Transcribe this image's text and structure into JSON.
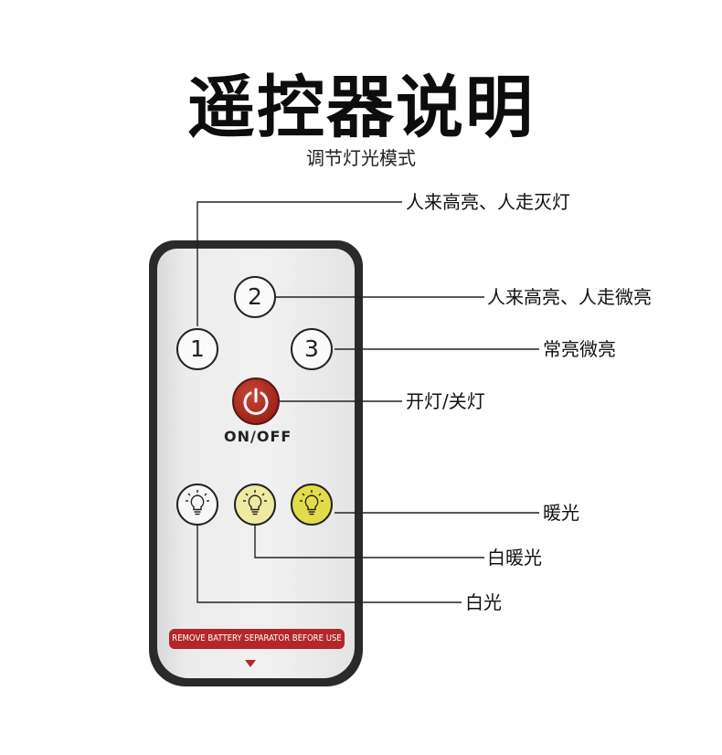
{
  "title": "遥控器说明",
  "subtitle": "调节灯光模式",
  "buttons": {
    "one": "1",
    "two": "2",
    "three": "3",
    "power_label": "ON/OFF"
  },
  "labels": {
    "btn1": "人来高亮、人走灭灯",
    "btn2": "人来高亮、人走微亮",
    "btn3": "常亮微亮",
    "power": "开灯/关灯",
    "warm": "暖光",
    "white_warm": "白暖光",
    "white": "白光"
  },
  "battery_strip": "REMOVE BATTERY SEPARATOR BEFORE USE",
  "colors": {
    "power": "#b5342a",
    "warm_bulb": "#e3dc4a",
    "white_warm_bulb": "#eeeaa0",
    "white_bulb": "#f7f7f7",
    "strip": "#b3262a"
  },
  "icons": [
    "power-icon",
    "bulb-icon"
  ]
}
